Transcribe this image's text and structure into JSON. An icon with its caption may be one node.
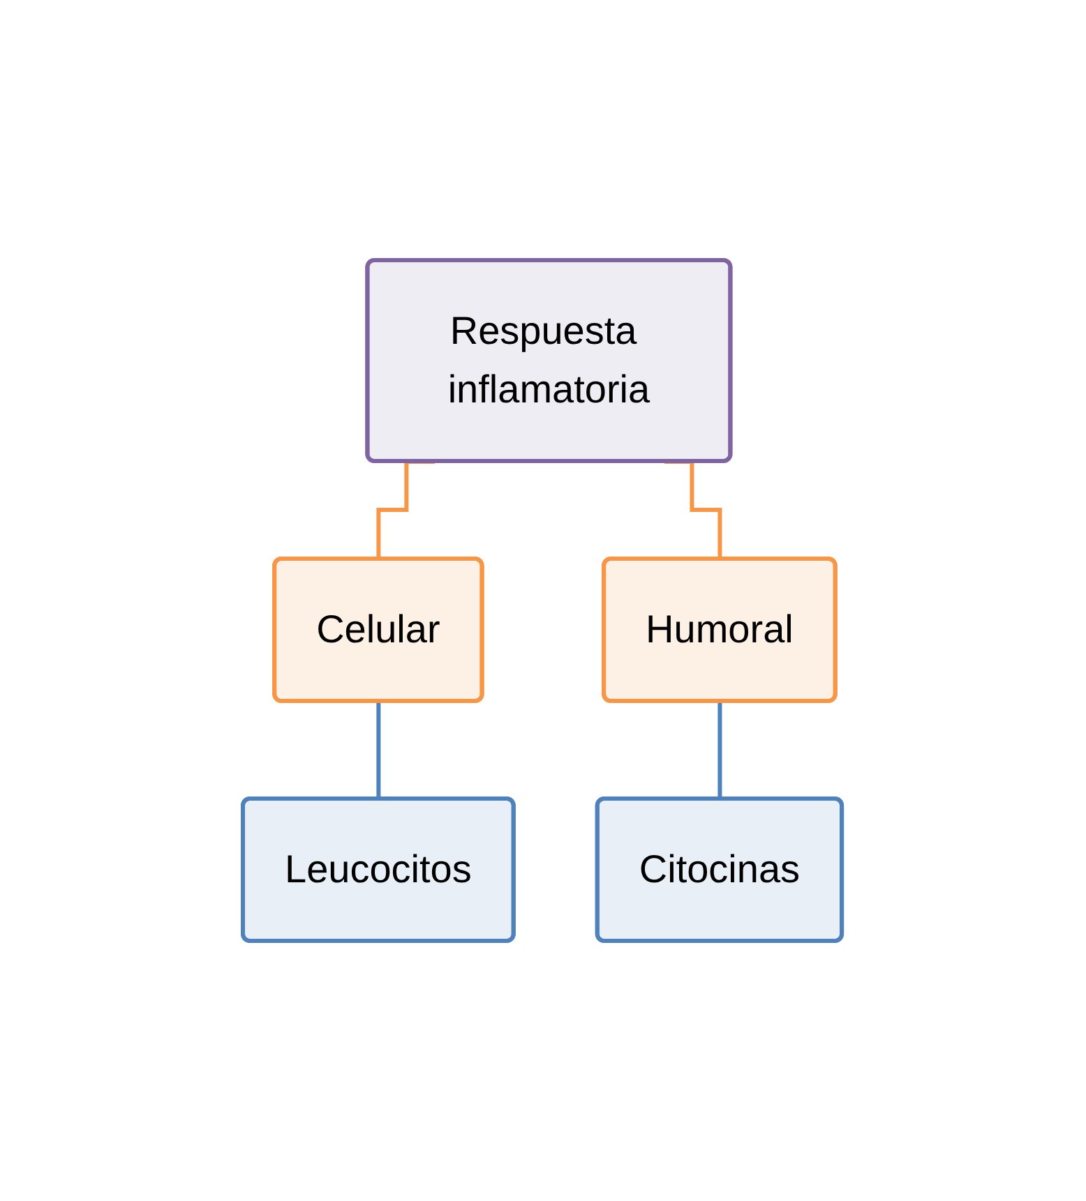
{
  "diagram": {
    "nodes": [
      {
        "text": [
          "Respuesta inflamatoria"
        ]
      },
      {
        "text": [
          "Celular"
        ]
      },
      {
        "text": [
          "Humoral"
        ]
      },
      {
        "text": [
          "Leucocitos"
        ]
      },
      {
        "text": [
          "Citocinas"
        ]
      }
    ],
    "edges": [
      {
        "from": 0,
        "to": 1,
        "arrow": "none",
        "color": "#f79646"
      },
      {
        "from": 0,
        "to": 2,
        "arrow": "none",
        "color": "#f79646"
      },
      {
        "from": 1,
        "to": 3,
        "arrow": "none",
        "color": "#4f81bd"
      },
      {
        "from": 2,
        "to": 4,
        "arrow": "none",
        "color": "#4f81bd"
      }
    ]
  }
}
